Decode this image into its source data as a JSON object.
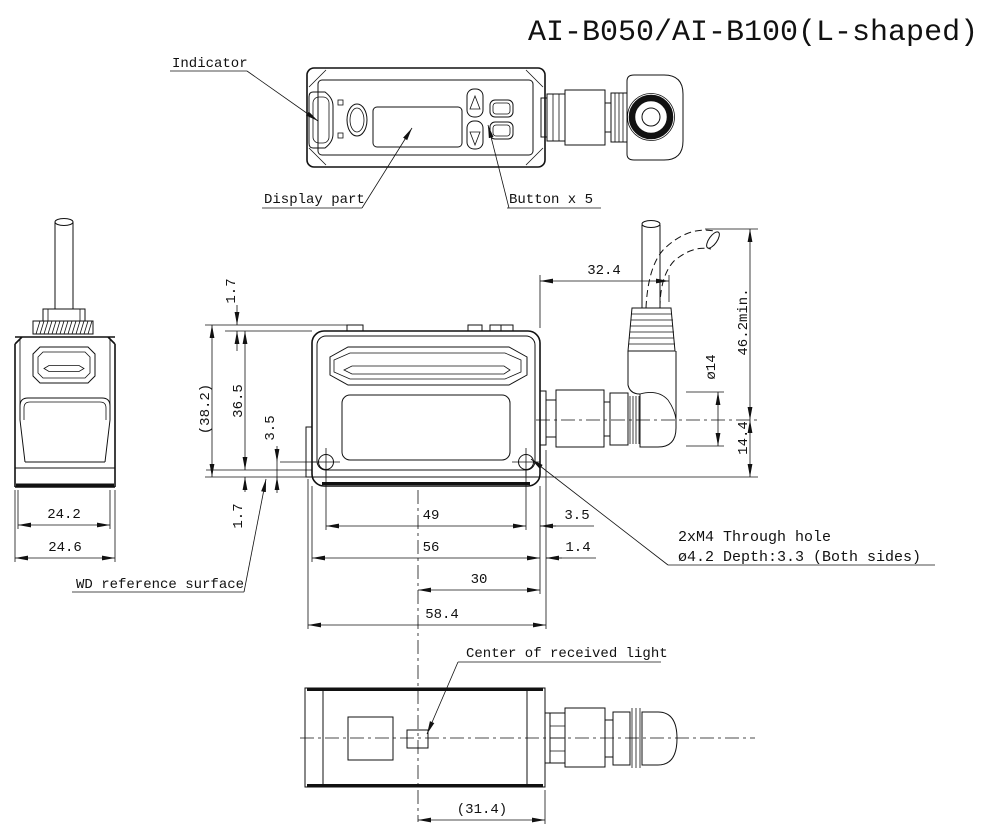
{
  "title": "AI-B050/AI-B100(L-shaped)",
  "top_view": {
    "indicator_label": "Indicator",
    "display_label": "Display part",
    "buttons_label": "Button x 5"
  },
  "side_view": {
    "dim_width_front": "24.2",
    "dim_width_overall": "24.6",
    "wd_label": "WD reference surface"
  },
  "front_view": {
    "dim_top_protrusion": "1.7",
    "dim_body_height": "36.5",
    "dim_overall_height": "(38.2)",
    "dim_hole_to_base": "3.5",
    "dim_base_step": "1.7",
    "dim_hole_pitch": "49",
    "dim_body_width": "56",
    "dim_center_to_edge": "30",
    "dim_overall_width": "58.4",
    "dim_hole_to_edge": "3.5",
    "dim_flange": "1.4",
    "dim_edge_to_cable": "32.4",
    "dim_min_bend": "46.2min.",
    "dim_connector_dia": "ø14",
    "dim_axis_to_base": "14.4",
    "note_line1": "2xM4 Through hole",
    "note_line2": "ø4.2 Depth:3.3 (Both sides)"
  },
  "bottom_view": {
    "center_label": "Center of received light",
    "dim_center_to_end": "(31.4)"
  }
}
